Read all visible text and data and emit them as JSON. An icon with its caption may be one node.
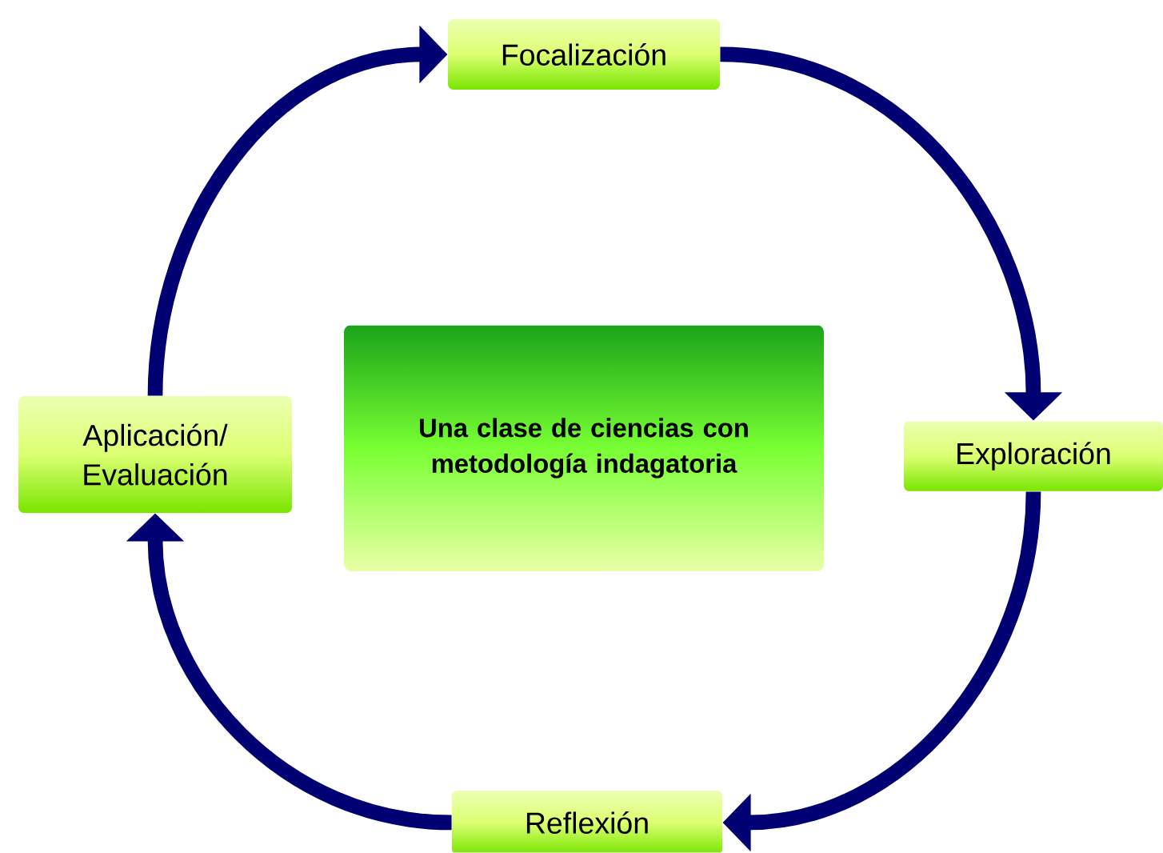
{
  "diagram": {
    "nodes": [
      {
        "text": [
          "Una clase de ciencias con metodología indagatoria"
        ]
      },
      {
        "text": [
          "Focalización"
        ]
      },
      {
        "text": [
          "Exploración"
        ]
      },
      {
        "text": [
          "Reflexión"
        ]
      },
      {
        "text": [
          "Aplicación/ Evaluación"
        ]
      }
    ],
    "edges": [
      {
        "from": 1,
        "to": 2,
        "arrow": "to"
      },
      {
        "from": 2,
        "to": 3,
        "arrow": "to"
      },
      {
        "from": 3,
        "to": 4,
        "arrow": "to"
      },
      {
        "from": 4,
        "to": 1,
        "arrow": "to"
      }
    ]
  }
}
